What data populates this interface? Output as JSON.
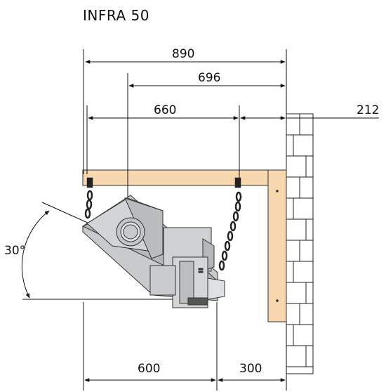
{
  "title": "INFRA 50",
  "dimensions": {
    "total_width": "890",
    "pivot_to_wall": "696",
    "chain_spacing": "660",
    "wall_offset": "212",
    "lower_left": "600",
    "lower_right": "300",
    "tilt_angle": "30°"
  },
  "colors": {
    "wood": "#f7d7ad",
    "heater_body": "#c8cacc",
    "heater_dark": "#a9abad",
    "line": "#111111"
  }
}
